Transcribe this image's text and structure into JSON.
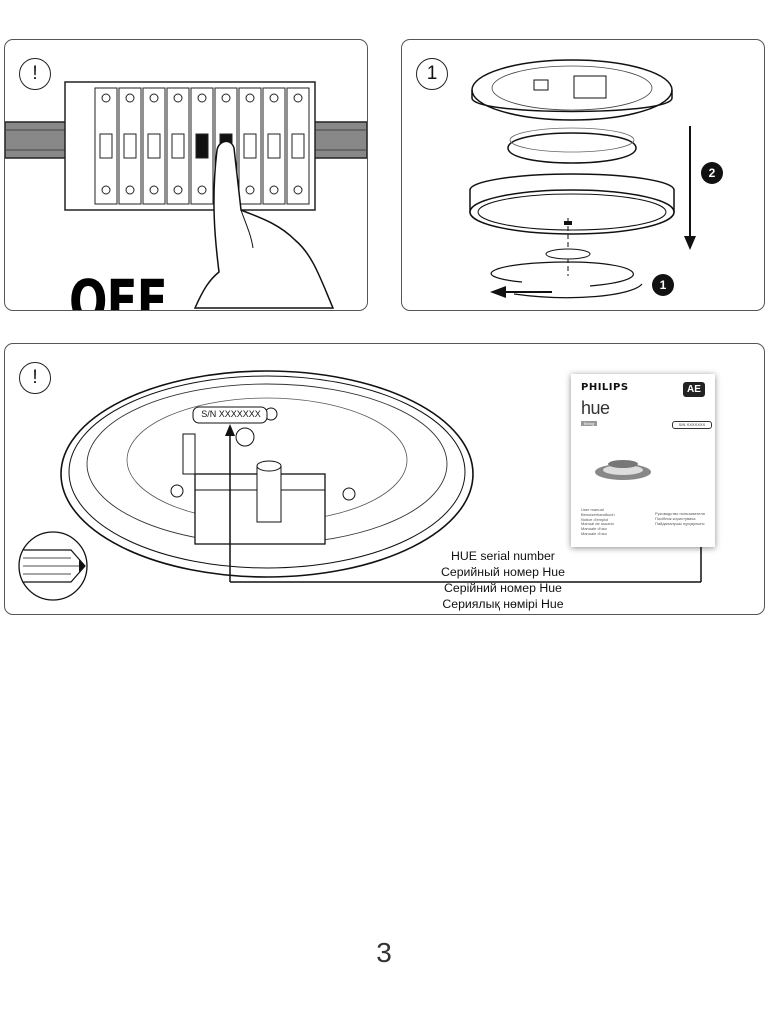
{
  "panels": {
    "power_off": {
      "badge": "!",
      "caption": "OFF"
    },
    "removal": {
      "badge": "1",
      "step_1": "1",
      "step_2": "2"
    },
    "serial": {
      "badge": "!",
      "label_on_lamp": "S/N XXXXXXX",
      "lines": [
        "HUE serial number",
        "Серийный номер Hue",
        "Серійний номер Hue",
        "Сериялық нөмірі Hue"
      ],
      "manual": {
        "brand": "PHILIPS",
        "product_line": "hue",
        "badge": "AE",
        "product_name": "Being",
        "sn_label": "S/N XXXXXXX",
        "languages_left": [
          "User manual",
          "Benutzerhandbuch",
          "Notice d'emploi",
          "Manual de usuario",
          "Manuale d'uso",
          "Manuale d'uso"
        ],
        "languages_right": [
          "Руководство пользователя",
          "Посібник користувача",
          "Пайдаланушы нұсқаулығы"
        ]
      }
    }
  },
  "page_number": "3"
}
